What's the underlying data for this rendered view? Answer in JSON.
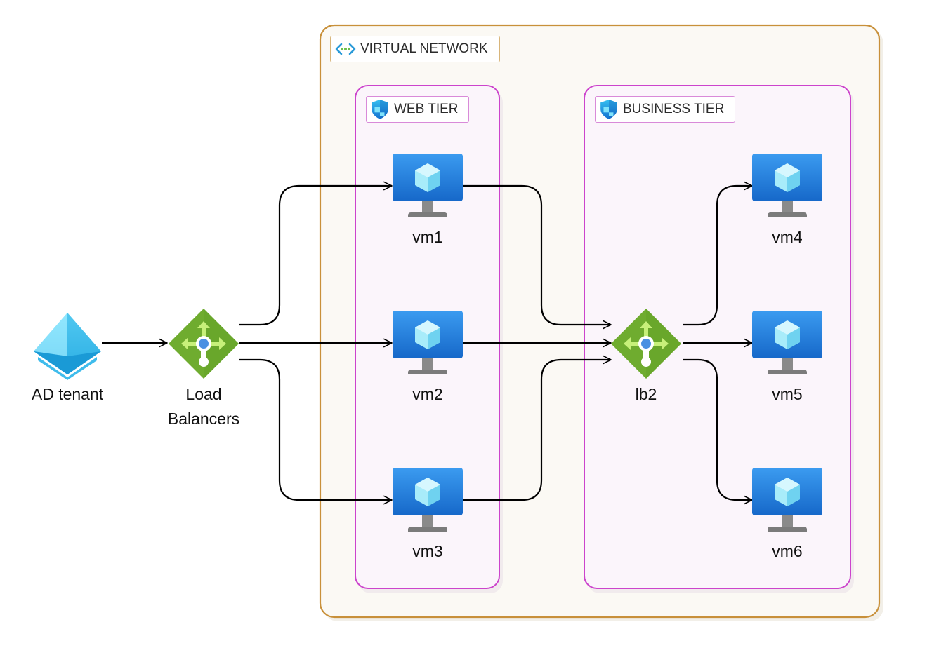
{
  "groups": {
    "virtual_network": {
      "label": "VIRTUAL NETWORK",
      "icon": "virtual-network-icon",
      "color": "#c8903a"
    },
    "web_tier": {
      "label": "WEB TIER",
      "icon": "shield-icon",
      "color": "#cc44cc"
    },
    "business_tier": {
      "label": "BUSINESS TIER",
      "icon": "shield-icon",
      "color": "#cc44cc"
    }
  },
  "nodes": {
    "ad_tenant": {
      "label": "AD tenant",
      "icon": "azure-ad-icon"
    },
    "load_balancers": {
      "label_line1": "Load",
      "label_line2": "Balancers",
      "icon": "load-balancer-icon"
    },
    "lb2": {
      "label": "lb2",
      "icon": "load-balancer-icon"
    },
    "vm1": {
      "label": "vm1",
      "icon": "virtual-machine-icon"
    },
    "vm2": {
      "label": "vm2",
      "icon": "virtual-machine-icon"
    },
    "vm3": {
      "label": "vm3",
      "icon": "virtual-machine-icon"
    },
    "vm4": {
      "label": "vm4",
      "icon": "virtual-machine-icon"
    },
    "vm5": {
      "label": "vm5",
      "icon": "virtual-machine-icon"
    },
    "vm6": {
      "label": "vm6",
      "icon": "virtual-machine-icon"
    }
  },
  "edges": [
    {
      "from": "ad_tenant",
      "to": "load_balancers"
    },
    {
      "from": "load_balancers",
      "to": "vm1"
    },
    {
      "from": "load_balancers",
      "to": "vm2"
    },
    {
      "from": "load_balancers",
      "to": "vm3"
    },
    {
      "from": "vm1",
      "to": "lb2"
    },
    {
      "from": "vm2",
      "to": "lb2"
    },
    {
      "from": "vm3",
      "to": "lb2"
    },
    {
      "from": "lb2",
      "to": "vm4"
    },
    {
      "from": "lb2",
      "to": "vm5"
    },
    {
      "from": "lb2",
      "to": "vm6"
    }
  ],
  "colors": {
    "edge": "#000000",
    "vm_blue": "#1e7fe0",
    "vm_cube": "#8fe6f7",
    "lb_green": "#6fac2f",
    "lb_arrow": "#c7f07a",
    "lb_center": "#4a90e2",
    "ad_blue": "#3cc4ee",
    "web_tier_fill": "#fbf5fb",
    "vnet_fill": "#fbf9f4"
  }
}
